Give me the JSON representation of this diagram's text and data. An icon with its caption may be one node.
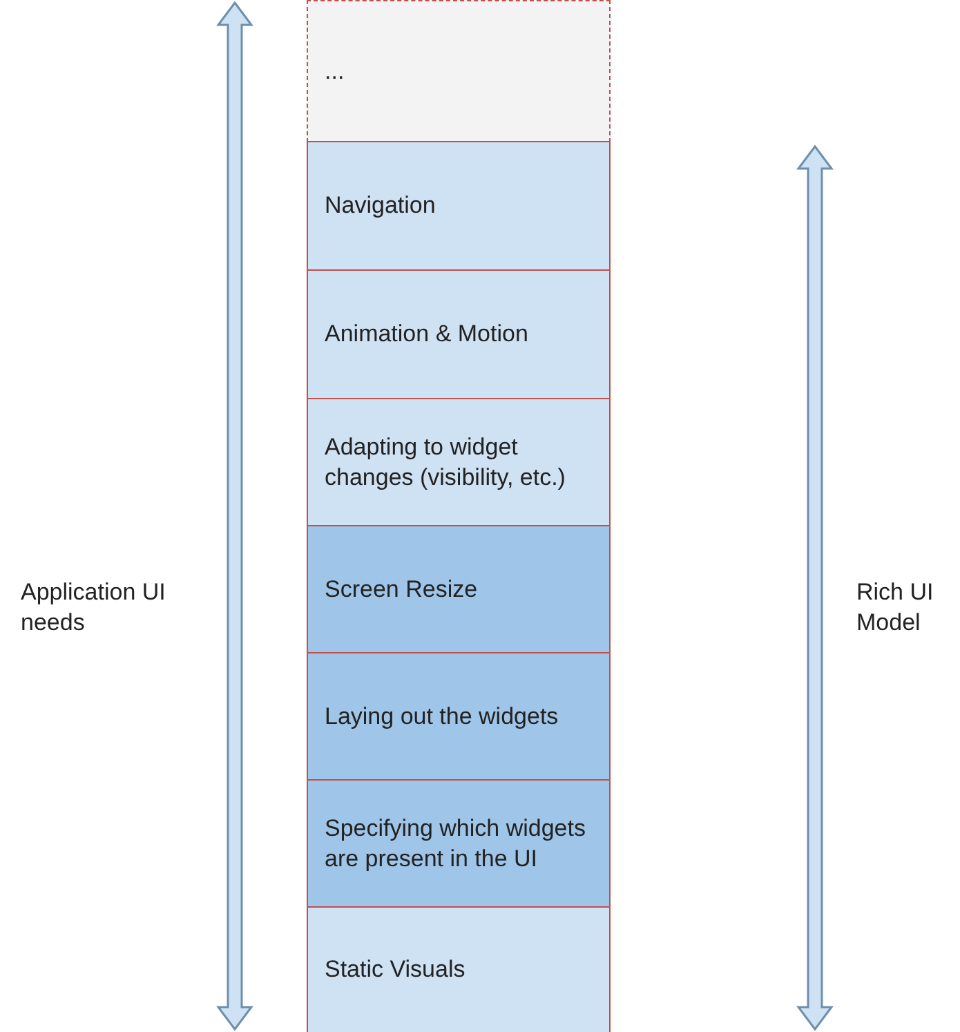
{
  "diagram": {
    "nodes": [
      {
        "text": [
          "..."
        ]
      },
      {
        "text": [
          "Navigation"
        ]
      },
      {
        "text": [
          "Animation & Motion"
        ]
      },
      {
        "text": [
          "Adapting to widget changes (visibility, etc.)"
        ]
      },
      {
        "text": [
          "Screen Resize"
        ]
      },
      {
        "text": [
          "Laying out the widgets"
        ]
      },
      {
        "text": [
          "Specifying which widgets are present in the UI"
        ]
      },
      {
        "text": [
          "Static Visuals"
        ]
      },
      {
        "text": [],
        "shape": "arrow",
        "beside": [
          "Application UI needs"
        ]
      },
      {
        "text": [],
        "shape": "arrow",
        "beside": [
          "Rich UI Model"
        ]
      }
    ]
  }
}
